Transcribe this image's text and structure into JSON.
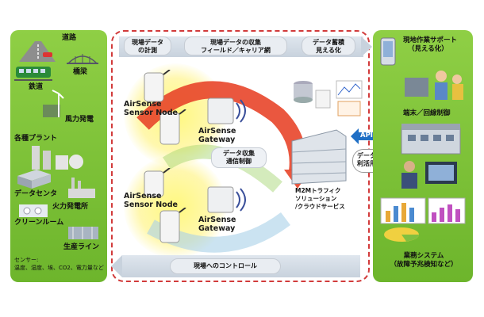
{
  "left": {
    "items": [
      "道路",
      "鉄道",
      "橋梁",
      "風力発電",
      "各種プラント",
      "データセンタ",
      "火力発電所",
      "クリーンルーム",
      "生産ライン"
    ],
    "sensor_caption_1": "センサー:",
    "sensor_caption_2": "温度、湿度、埃、CO2、電力量など"
  },
  "top_pills": {
    "measure_1": "現場データ",
    "measure_2": "の計測",
    "collect_1": "現場データの収集",
    "collect_2": "フィールド／キャリア網",
    "store_1": "データ蓄積",
    "store_2": "見える化"
  },
  "devices": {
    "node_1": "AirSense",
    "node_2": "Sensor Node",
    "gw_1": "AirSense",
    "gw_2": "Gateway"
  },
  "center": {
    "collect_box_1": "データ収集",
    "collect_box_2": "通信制御",
    "cloud_1": "M2Mトラフィク",
    "cloud_2": "ソリューション",
    "cloud_3": "/クラウドサービス",
    "api": "API連携",
    "data_use_1": "データ",
    "data_use_2": "利活用",
    "control": "現場へのコントロール"
  },
  "right": {
    "support_1": "現地作業サポート",
    "support_2": "（見える化）",
    "terminal": "端末／回線制御",
    "business_1": "業務システム",
    "business_2": "（故障予兆検知など）"
  },
  "colors": {
    "panel_green": "#7cc23a",
    "dashed_red": "#d23b3b",
    "api_blue": "#1f6fc5",
    "arrow_red": "#e8452a"
  }
}
